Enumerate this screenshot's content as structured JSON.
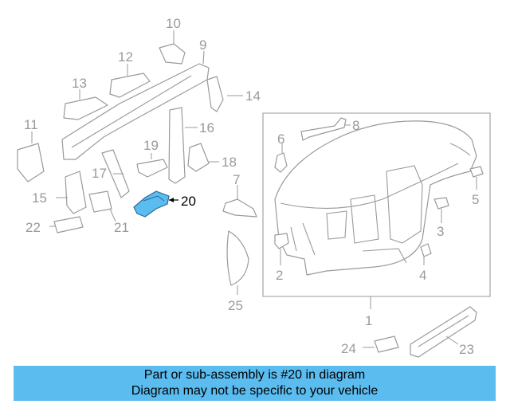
{
  "diagram": {
    "callouts": [
      "1",
      "2",
      "3",
      "4",
      "5",
      "6",
      "7",
      "8",
      "9",
      "10",
      "11",
      "12",
      "13",
      "14",
      "15",
      "16",
      "17",
      "18",
      "19",
      "20",
      "21",
      "22",
      "23",
      "24",
      "25"
    ],
    "highlighted_part": "20",
    "highlight_color": "#5bbcf0"
  },
  "banner": {
    "line1": "Part or sub-assembly is #20 in diagram",
    "line2": "Diagram may not be specific to your vehicle",
    "color": "#5bbcf0"
  }
}
